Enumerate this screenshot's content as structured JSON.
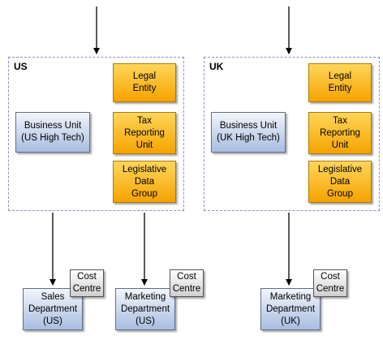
{
  "regions": {
    "us": {
      "label": "US",
      "legal_entity": "Legal\nEntity",
      "business_unit": "Business Unit\n(US High Tech)",
      "tax_reporting_unit": "Tax\nReporting\nUnit",
      "legislative_data_group": "Legislative\nData\nGroup"
    },
    "uk": {
      "label": "UK",
      "legal_entity": "Legal\nEntity",
      "business_unit": "Business Unit\n(UK High Tech)",
      "tax_reporting_unit": "Tax\nReporting\nUnit",
      "legislative_data_group": "Legislative\nData\nGroup"
    }
  },
  "departments": [
    {
      "name": "Sales\nDepartment\n(US)",
      "cost_centre": "Cost\nCentre"
    },
    {
      "name": "Marketing\nDepartment\n(US)",
      "cost_centre": "Cost\nCentre"
    },
    {
      "name": "Marketing\nDepartment\n(UK)",
      "cost_centre": "Cost\nCentre"
    }
  ],
  "colors": {
    "region_border": "#8c8fbf",
    "orange_fill": "#f5a300",
    "blue_fill": "#a8bde0",
    "grey_fill": "#cfcfcf"
  }
}
